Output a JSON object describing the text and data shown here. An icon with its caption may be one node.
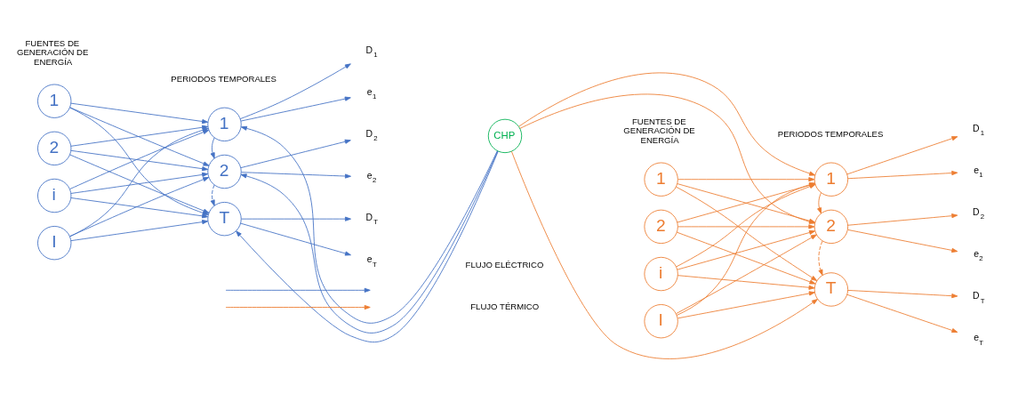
{
  "diagram": {
    "nodes": [
      {
        "text": [
          "1"
        ]
      },
      {
        "text": [
          "2"
        ]
      },
      {
        "text": [
          "i"
        ]
      },
      {
        "text": [
          "I"
        ]
      },
      {
        "text": [
          "1"
        ]
      },
      {
        "text": [
          "2"
        ]
      },
      {
        "text": [
          "T"
        ]
      },
      {
        "text": [
          "D$_{1}$"
        ]
      },
      {
        "text": [
          "e$_{1}$"
        ]
      },
      {
        "text": [
          "D$_{2}$"
        ]
      },
      {
        "text": [
          "e$_{2}$"
        ]
      },
      {
        "text": [
          "D$_{T}$"
        ]
      },
      {
        "text": [
          "e$_{T}$"
        ]
      },
      {
        "text": [
          "CHP"
        ]
      },
      {
        "text": [
          "1"
        ]
      },
      {
        "text": [
          "2"
        ]
      },
      {
        "text": [
          "i"
        ]
      },
      {
        "text": [
          "I"
        ]
      },
      {
        "text": [
          "1"
        ]
      },
      {
        "text": [
          "2"
        ]
      },
      {
        "text": [
          "T"
        ]
      },
      {
        "text": [
          "D$_{1}$"
        ]
      },
      {
        "text": [
          "e$_{1}$"
        ]
      },
      {
        "text": [
          "D$_{2}$"
        ]
      },
      {
        "text": [
          "e$_{2}$"
        ]
      },
      {
        "text": [
          "D$_{T}$"
        ]
      },
      {
        "text": [
          "e$_{T}$"
        ]
      }
    ],
    "edges": [
      {
        "from": 0,
        "to": 4,
        "arrow": "to"
      },
      {
        "from": 0,
        "to": 5,
        "arrow": "to"
      },
      {
        "from": 0,
        "to": 6,
        "arrow": "to"
      },
      {
        "from": 1,
        "to": 4,
        "arrow": "to"
      },
      {
        "from": 1,
        "to": 5,
        "arrow": "to"
      },
      {
        "from": 1,
        "to": 6,
        "arrow": "to"
      },
      {
        "from": 2,
        "to": 4,
        "arrow": "to"
      },
      {
        "from": 2,
        "to": 5,
        "arrow": "to"
      },
      {
        "from": 2,
        "to": 6,
        "arrow": "to"
      },
      {
        "from": 3,
        "to": 4,
        "arrow": "to"
      },
      {
        "from": 3,
        "to": 5,
        "arrow": "to"
      },
      {
        "from": 3,
        "to": 6,
        "arrow": "to"
      },
      {
        "from": 4,
        "to": 5,
        "arrow": "to"
      },
      {
        "from": 5,
        "to": 6,
        "arrow": "to",
        "style": "dashed"
      },
      {
        "from": 4,
        "to": 7,
        "arrow": "to"
      },
      {
        "from": 4,
        "to": 8,
        "arrow": "to"
      },
      {
        "from": 5,
        "to": 9,
        "arrow": "to"
      },
      {
        "from": 5,
        "to": 10,
        "arrow": "to"
      },
      {
        "from": 6,
        "to": 11,
        "arrow": "to"
      },
      {
        "from": 6,
        "to": 12,
        "arrow": "to"
      },
      {
        "from": 13,
        "to": 4,
        "arrow": "to"
      },
      {
        "from": 13,
        "to": 5,
        "arrow": "to"
      },
      {
        "from": 13,
        "to": 6,
        "arrow": "to"
      },
      {
        "from": 13,
        "to": 18,
        "arrow": "to",
        "color": "#ed7d31"
      },
      {
        "from": 13,
        "to": 19,
        "arrow": "to",
        "color": "#ed7d31"
      },
      {
        "from": 13,
        "to": 20,
        "arrow": "to",
        "color": "#ed7d31"
      },
      {
        "from": 14,
        "to": 18,
        "arrow": "to",
        "color": "#ed7d31"
      },
      {
        "from": 14,
        "to": 19,
        "arrow": "to",
        "color": "#ed7d31"
      },
      {
        "from": 14,
        "to": 20,
        "arrow": "to",
        "color": "#ed7d31"
      },
      {
        "from": 15,
        "to": 18,
        "arrow": "to",
        "color": "#ed7d31"
      },
      {
        "from": 15,
        "to": 19,
        "arrow": "to",
        "color": "#ed7d31"
      },
      {
        "from": 15,
        "to": 20,
        "arrow": "to",
        "color": "#ed7d31"
      },
      {
        "from": 16,
        "to": 18,
        "arrow": "to",
        "color": "#ed7d31"
      },
      {
        "from": 16,
        "to": 19,
        "arrow": "to",
        "color": "#ed7d31"
      },
      {
        "from": 16,
        "to": 20,
        "arrow": "to",
        "color": "#ed7d31"
      },
      {
        "from": 17,
        "to": 18,
        "arrow": "to",
        "color": "#ed7d31"
      },
      {
        "from": 17,
        "to": 19,
        "arrow": "to",
        "color": "#ed7d31"
      },
      {
        "from": 17,
        "to": 20,
        "arrow": "to",
        "color": "#ed7d31"
      },
      {
        "from": 18,
        "to": 19,
        "arrow": "to",
        "color": "#ed7d31"
      },
      {
        "from": 19,
        "to": 20,
        "arrow": "to",
        "style": "dashed",
        "color": "#ed7d31"
      },
      {
        "from": 18,
        "to": 21,
        "arrow": "to",
        "color": "#ed7d31"
      },
      {
        "from": 18,
        "to": 22,
        "arrow": "to",
        "color": "#ed7d31"
      },
      {
        "from": 19,
        "to": 23,
        "arrow": "to",
        "color": "#ed7d31"
      },
      {
        "from": 19,
        "to": 24,
        "arrow": "to",
        "color": "#ed7d31"
      },
      {
        "from": 20,
        "to": 25,
        "arrow": "to",
        "color": "#ed7d31"
      },
      {
        "from": 20,
        "to": 26,
        "arrow": "to",
        "color": "#ed7d31"
      }
    ],
    "labels": [
      "FUENTES DE GENERACIÓN DE ENERGÍA",
      "PERIODOS TEMPORALES",
      "FUENTES DE GENERACIÓN DE ENERGÍA",
      "PERIODOS TEMPORALES"
    ],
    "legend": [
      {
        "text": "FLUJO ELÉCTRICO"
      },
      {
        "text": "FLUJO TÉRMICO"
      }
    ]
  }
}
